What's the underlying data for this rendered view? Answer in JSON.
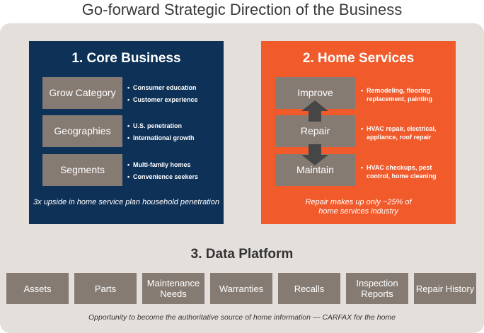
{
  "title": "Go-forward Strategic Direction of the Business",
  "core": {
    "heading": "1. Core Business",
    "rows": [
      {
        "label": "Grow Category",
        "bullets": [
          "Consumer education",
          "Customer experience"
        ]
      },
      {
        "label": "Geographies",
        "bullets": [
          "U.S. penetration",
          "International growth"
        ]
      },
      {
        "label": "Segments",
        "bullets": [
          "Multi-family homes",
          "Convenience seekers"
        ]
      }
    ],
    "note": "3x upside in home service plan household penetration"
  },
  "home": {
    "heading": "2. Home Services",
    "rows": [
      {
        "label": "Improve",
        "bullets": [
          "Remodeling, flooring",
          "replacement, painting"
        ]
      },
      {
        "label": "Repair",
        "bullets": [
          "HVAC repair, electrical,",
          "appliance, roof repair"
        ]
      },
      {
        "label": "Maintain",
        "bullets": [
          "HVAC checkups, pest",
          "control, home cleaning"
        ]
      }
    ],
    "note": "Repair makes up only ~25% of home services industry"
  },
  "data_platform": {
    "heading": "3. Data Platform",
    "items": [
      "Assets",
      "Parts",
      "Maintenance Needs",
      "Warranties",
      "Recalls",
      "Inspection Reports",
      "Repair History"
    ],
    "footer": "Opportunity to become the authoritative source of home information — CARFAX for the home"
  },
  "colors": {
    "navy": "#0e3157",
    "orange": "#f15a2b",
    "box": "#867b73",
    "panel": "#e5dfdc",
    "arrow": "#464646"
  }
}
